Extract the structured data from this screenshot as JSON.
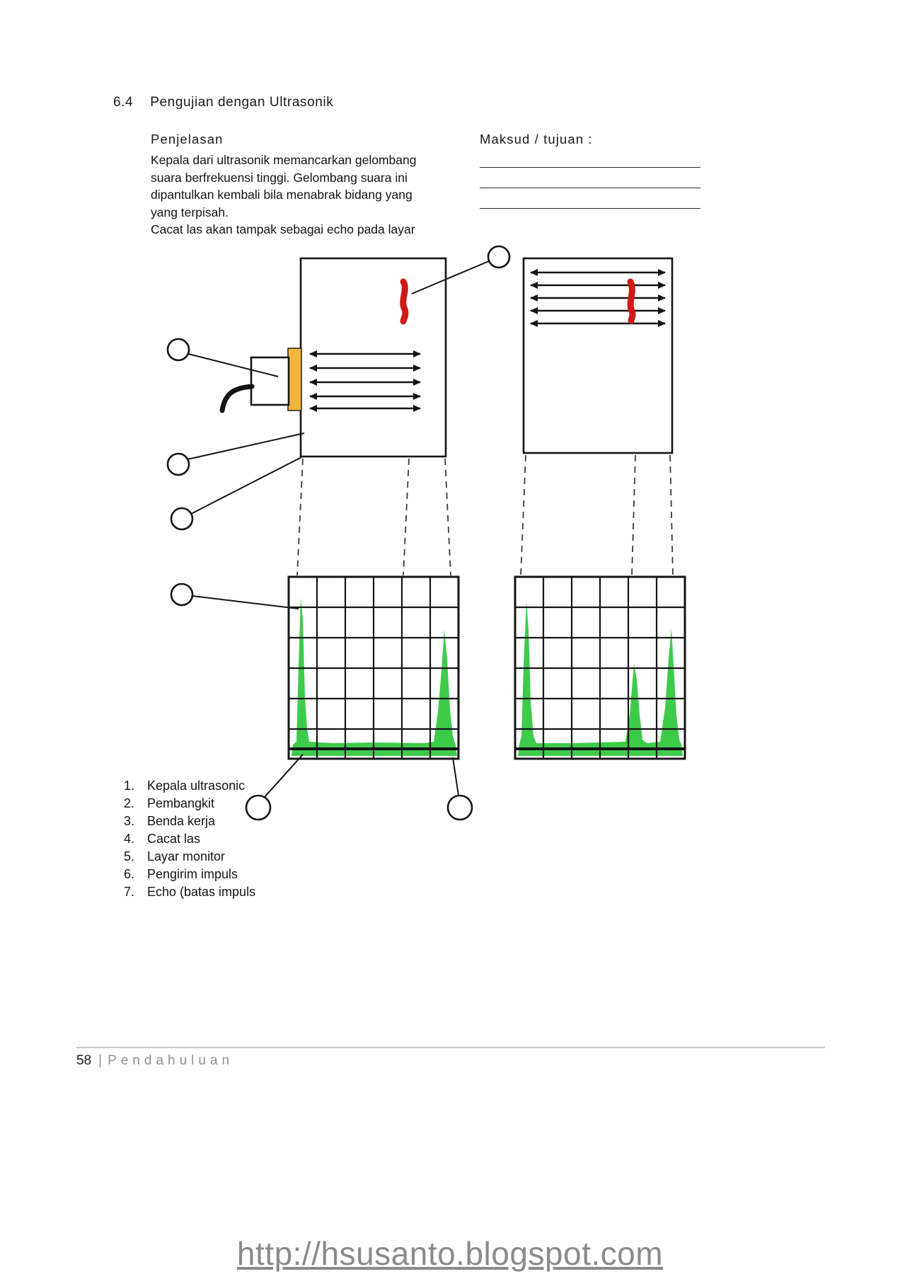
{
  "header": {
    "section_number": "6.4",
    "section_title": "Pengujian dengan Ultrasonik"
  },
  "explanation": {
    "heading": "Penjelasan",
    "lines": [
      "Kepala dari ultrasonik memancarkan gelombang",
      "suara berfrekuensi tinggi. Gelombang suara ini",
      "dipantulkan kembali bila menabrak bidang yang",
      "yang terpisah.",
      "Cacat las akan tampak sebagai echo pada layar"
    ]
  },
  "purpose": {
    "heading": "Maksud / tujuan :"
  },
  "legend": {
    "items": [
      {
        "number": "1.",
        "label": "Kepala ultrasonic"
      },
      {
        "number": "2.",
        "label": "Pembangkit"
      },
      {
        "number": "3.",
        "label": "Benda kerja"
      },
      {
        "number": "4.",
        "label": "Cacat las"
      },
      {
        "number": "5.",
        "label": "Layar monitor"
      },
      {
        "number": "6.",
        "label": "Pengirim impuls"
      },
      {
        "number": "7.",
        "label": "Echo (batas impuls"
      }
    ]
  },
  "footer": {
    "page_number": "58",
    "separator": "|",
    "chapter": "Pendahuluan"
  },
  "watermark": {
    "url_text": "http://hsusanto.blogspot.com"
  },
  "colors": {
    "defect_red": "#cf1a17",
    "coupling_yellow": "#f2b63e",
    "echo_green": "#3ecb4a",
    "ink": "#141414"
  }
}
